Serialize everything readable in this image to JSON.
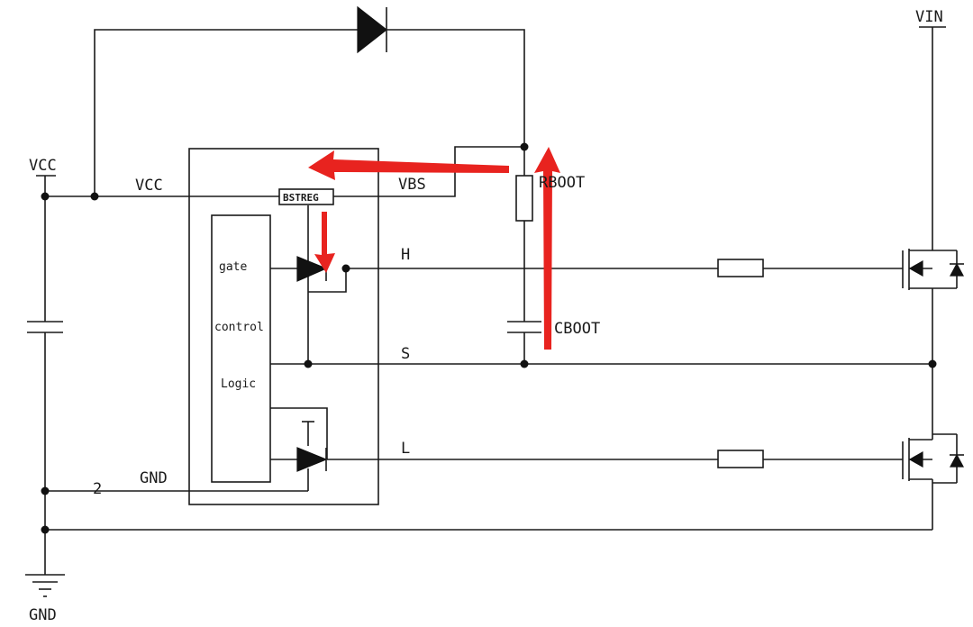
{
  "labels": {
    "vcc_rail": "VCC",
    "vcc_pin": "VCC",
    "vbs_pin": "VBS",
    "bstreg": "BSTREG",
    "gate": "gate",
    "control": "control",
    "logic": "Logic",
    "h_pin": "H",
    "s_pin": "S",
    "l_pin": "L",
    "gnd_pin": "GND",
    "pin_number": "2",
    "rboot": "RBOOT",
    "cboot": "CBOOT",
    "vin": "VIN",
    "gnd_rail": "GND"
  },
  "colors": {
    "wire": "#1a1a1a",
    "highlight_arrow": "#e8231f",
    "background": "#ffffff"
  }
}
